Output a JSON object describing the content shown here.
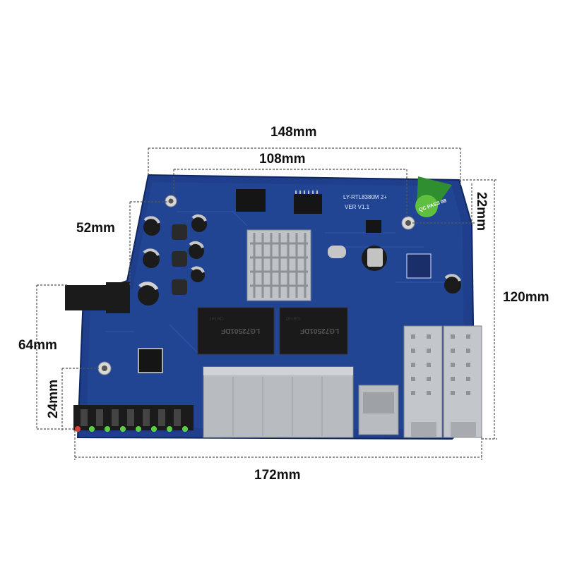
{
  "dimensions": {
    "top_outer": "148mm",
    "top_inner": "108mm",
    "bottom": "172mm",
    "right_total": "120mm",
    "right_small": "22mm",
    "left_upper": "52mm",
    "left_middle": "64mm",
    "left_lower": "24mm"
  },
  "board": {
    "model": "LY-RTL8380M 2+",
    "version": "VER  V1.1",
    "transformer_top": "1818D",
    "transformer_main": "LG72501DF",
    "qc_sticker": "QC PASS 08",
    "colors": {
      "pcb": "#1f3f8c",
      "pcb_dark": "#16306f",
      "silkscreen": "#dfe8ff",
      "metal": "#b9bcc0",
      "transformer": "#1a1a1a"
    }
  }
}
